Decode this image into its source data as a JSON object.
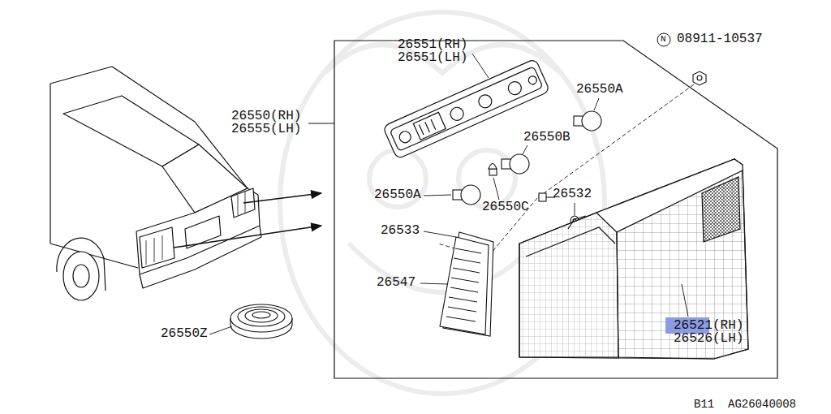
{
  "diagram": {
    "labels": [
      "26551(RH)",
      "26551(LH)",
      "26550(RH)",
      "26555(LH)",
      "N",
      "08911-10537",
      "26550A",
      "26550B",
      "26550A",
      "26550C",
      "26532",
      "26533",
      "26547",
      "26550Z",
      "26521(RH)",
      "26526(LH)",
      "B11",
      "AG26040008"
    ]
  }
}
